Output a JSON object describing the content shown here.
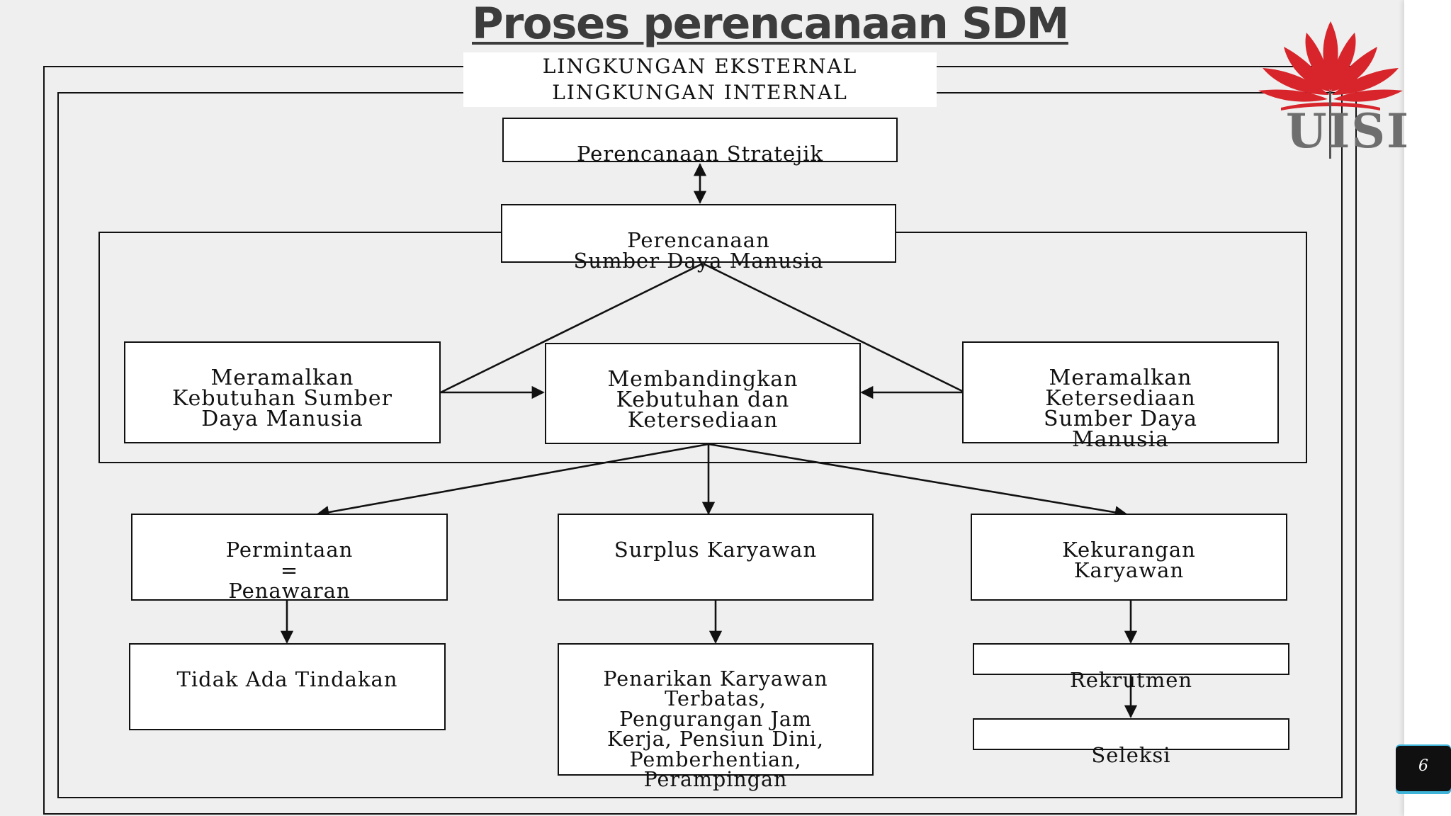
{
  "slide": {
    "title": "Proses perencanaan SDM",
    "page_number": "6"
  },
  "environment": {
    "external_label": "LINGKUNGAN EKSTERNAL",
    "internal_label": "LINGKUNGAN INTERNAL"
  },
  "nodes": {
    "strategic_planning": "Perencanaan Stratejik",
    "hr_planning": "Perencanaan\nSumber Daya Manusia",
    "forecast_demand": "Meramalkan\nKebutuhan Sumber\nDaya Manusia",
    "compare": "Membandingkan\nKebutuhan dan\nKetersediaan",
    "forecast_supply": "Meramalkan\nKetersediaan\nSumber Daya\nManusia",
    "demand_equals_supply": "Permintaan\n=\nPenawaran",
    "surplus": "Surplus Karyawan",
    "shortage": "Kekurangan\nKaryawan",
    "no_action": "Tidak Ada Tindakan",
    "surplus_actions": "Penarikan Karyawan\nTerbatas,\nPengurangan Jam\nKerja, Pensiun Dini,\nPemberhentian,\nPerampingan",
    "recruitment": "Rekrutmen",
    "selection": "Seleksi"
  },
  "logo": {
    "text": "UISI",
    "flower_color": "#d7252b",
    "text_color": "#6e6e6e"
  },
  "colors": {
    "background": "#efefef",
    "line": "#111111",
    "page_badge": "#101010",
    "page_badge_accent": "#3fb4d8"
  }
}
